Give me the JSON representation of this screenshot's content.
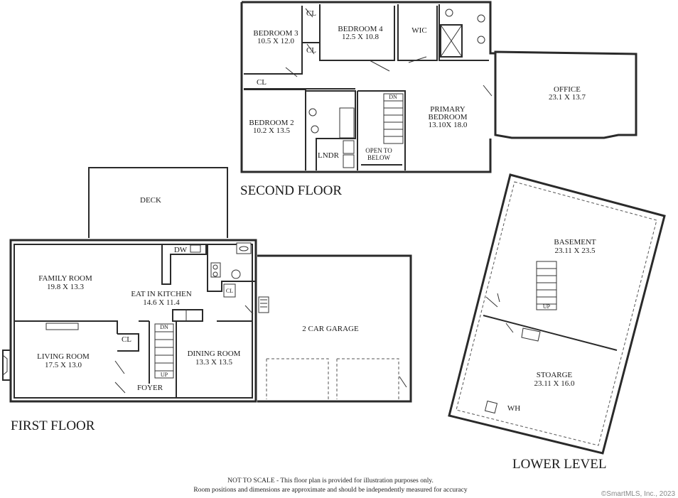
{
  "second_floor": {
    "label": "SECOND FLOOR",
    "rooms": {
      "bedroom3": {
        "name": "BEDROOM 3",
        "dims": "10.5 X 12.0"
      },
      "bedroom4": {
        "name": "BEDROOM 4",
        "dims": "12.5 X 10.8"
      },
      "wic": {
        "name": "WIC"
      },
      "bedroom2": {
        "name": "BEDROOM 2",
        "dims": "10.2 X 13.5"
      },
      "primary": {
        "name": "PRIMARY",
        "name2": "BEDROOM",
        "dims": "13.10X 18.0"
      },
      "office": {
        "name": "OFFICE",
        "dims": "23.1 X 13.7"
      },
      "lndr": {
        "name": "LNDR"
      },
      "open_below": {
        "line1": "OPEN TO",
        "line2": "BELOW"
      },
      "cl1": {
        "name": "CL"
      },
      "cl2": {
        "name": "CL"
      },
      "cl3": {
        "name": "CL"
      }
    },
    "stair_label": "DN"
  },
  "first_floor": {
    "label": "FIRST FLOOR",
    "rooms": {
      "deck": {
        "name": "DECK"
      },
      "family": {
        "name": "FAMILY ROOM",
        "dims": "19.8 X 13.3"
      },
      "kitchen": {
        "name": "EAT IN KITCHEN",
        "dims": "14.6 X 11.4"
      },
      "dw": {
        "name": "DW"
      },
      "garage": {
        "name": "2 CAR GARAGE"
      },
      "living": {
        "name": "LIVING ROOM",
        "dims": "17.5 X 13.0"
      },
      "dining": {
        "name": "DINING ROOM",
        "dims": "13.3 X 13.5"
      },
      "foyer": {
        "name": "FOYER"
      },
      "cl_living": {
        "name": "CL"
      },
      "cl_kitchen": {
        "name": "CL"
      }
    },
    "stair_dn": "DN",
    "stair_up": "UP"
  },
  "lower_level": {
    "label": "LOWER LEVEL",
    "rooms": {
      "basement": {
        "name": "BASEMENT",
        "dims": "23.11 X 23.5"
      },
      "storage": {
        "name": "STOARGE",
        "dims": "23.11 X 16.0"
      },
      "wh": {
        "name": "WH"
      }
    },
    "stair_up": "UP"
  },
  "disclaimer": {
    "line1": "NOT TO SCALE - This floor plan is provided for illustration purposes only.",
    "line2": "Room positions and dimensions are approximate and should be independently measured for accuracy"
  },
  "copyright": "©SmartMLS, Inc., 2023"
}
